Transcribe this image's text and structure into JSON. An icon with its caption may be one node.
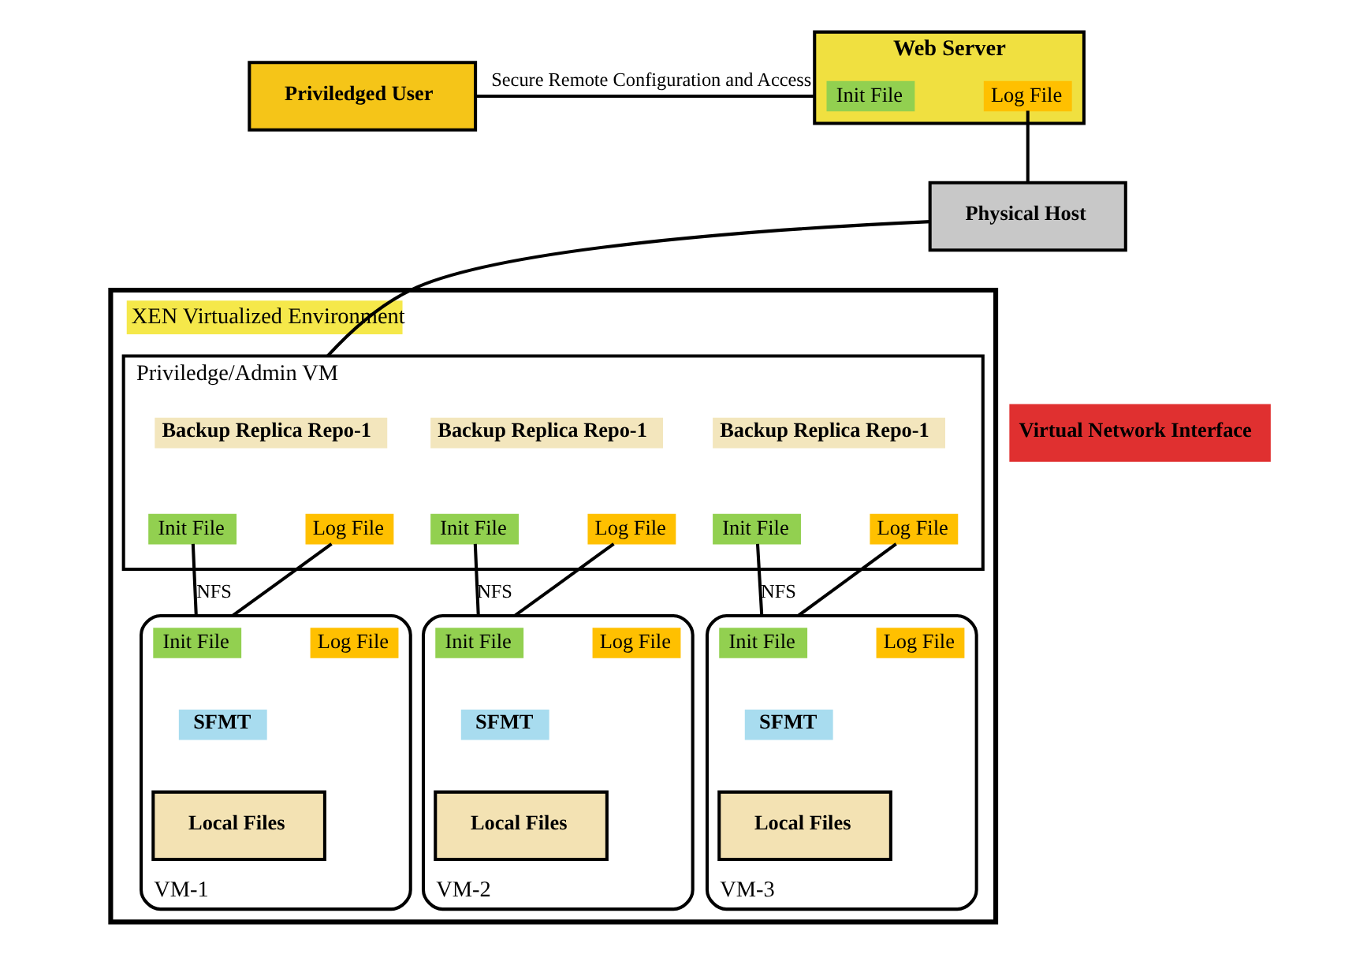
{
  "diagram": {
    "nodes": [
      {
        "text": [
          "Priviledged User"
        ]
      },
      {
        "text": [
          "Web Server"
        ]
      },
      {
        "text": [
          "Init File"
        ],
        "in": 1
      },
      {
        "text": [
          "Log File"
        ],
        "in": 1
      },
      {
        "text": [
          "Physical Host"
        ]
      },
      {
        "text": [
          "XEN Virtualized Environment"
        ]
      },
      {
        "text": [
          "Priviledge/Admin VM"
        ],
        "in": 5
      },
      {
        "text": [
          "Backup Replica Repo-1"
        ],
        "in": 6
      },
      {
        "text": [
          "Init File"
        ],
        "in": 6
      },
      {
        "text": [
          "Log File"
        ],
        "in": 6
      },
      {
        "text": [
          "Backup Replica Repo-1"
        ],
        "in": 6
      },
      {
        "text": [
          "Init File"
        ],
        "in": 6
      },
      {
        "text": [
          "Log File"
        ],
        "in": 6
      },
      {
        "text": [
          "Backup Replica Repo-1"
        ],
        "in": 6
      },
      {
        "text": [
          "Init File"
        ],
        "in": 6
      },
      {
        "text": [
          "Log File"
        ],
        "in": 6
      },
      {
        "text": [
          "VM-1"
        ],
        "in": 5
      },
      {
        "text": [
          "Init File"
        ],
        "in": 16
      },
      {
        "text": [
          "Log File"
        ],
        "in": 16
      },
      {
        "text": [
          "SFMT"
        ],
        "in": 16
      },
      {
        "text": [
          "Local Files"
        ],
        "in": 16
      },
      {
        "text": [
          "VM-2"
        ],
        "in": 5
      },
      {
        "text": [
          "Init File"
        ],
        "in": 21
      },
      {
        "text": [
          "Log File"
        ],
        "in": 21
      },
      {
        "text": [
          "SFMT"
        ],
        "in": 21
      },
      {
        "text": [
          "Local Files"
        ],
        "in": 21
      },
      {
        "text": [
          "VM-3"
        ],
        "in": 5
      },
      {
        "text": [
          "Init File"
        ],
        "in": 26
      },
      {
        "text": [
          "Log File"
        ],
        "in": 26
      },
      {
        "text": [
          "SFMT"
        ],
        "in": 26
      },
      {
        "text": [
          "Local Files"
        ],
        "in": 26
      }
    ],
    "edges": [
      {
        "from": 0,
        "to": 1,
        "arrow": "none",
        "label": "Secure Remote Configuration and Access"
      },
      {
        "from": 3,
        "to": 4,
        "arrow": "none"
      },
      {
        "from": 4,
        "to": 6,
        "arrow": "none"
      },
      {
        "from": 8,
        "to": 16,
        "arrow": "none",
        "label": "NFS"
      },
      {
        "from": 9,
        "to": 16,
        "arrow": "none"
      },
      {
        "from": 11,
        "to": 21,
        "arrow": "none",
        "label": "NFS"
      },
      {
        "from": 12,
        "to": 21,
        "arrow": "none"
      },
      {
        "from": 14,
        "to": 26,
        "arrow": "none",
        "label": "NFS"
      },
      {
        "from": 15,
        "to": 26,
        "arrow": "none"
      }
    ],
    "labels": [
      "Virtual Network Interface"
    ]
  }
}
